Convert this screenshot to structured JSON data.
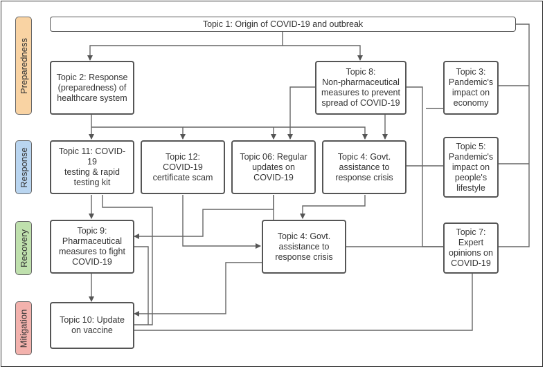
{
  "colors": {
    "preparedness": "#f9d3a3",
    "response": "#b9d5f0",
    "recovery": "#bfe0ad",
    "mitigation": "#f3b2ad"
  },
  "phases": {
    "preparedness": "Preparedness",
    "response": "Response",
    "recovery": "Recovery",
    "mitigation": "Mitigation"
  },
  "topics": {
    "t1": "Topic 1: Origin of COVID-19 and outbreak",
    "t2": "Topic 2: Response\n(preparedness) of\nhealthcare system",
    "t8": "Topic 8:\nNon-pharmaceutical\nmeasures to prevent\nspread of COVID-19",
    "t3": "Topic 3:\nPandemic's\nimpact on\neconomy",
    "t11": "Topic 11: COVID-19\ntesting & rapid\ntesting kit",
    "t12": "Topic 12:\nCOVID-19\ncertificate scam",
    "t06": "Topic 06: Regular\nupdates on\nCOVID-19",
    "t4a": "Topic 4: Govt.\nassistance to\nresponse crisis",
    "t5": "Topic 5:\nPandemic's\nimpact on\npeople's\nlifestyle",
    "t9": "Topic 9:\nPharmaceutical\nmeasures to fight\nCOVID-19",
    "t4b": "Topic 4: Govt.\nassistance to\nresponse crisis",
    "t7": "Topic 7:\nExpert\nopinions on\nCOVID-19",
    "t10": "Topic 10: Update\non vaccine"
  }
}
